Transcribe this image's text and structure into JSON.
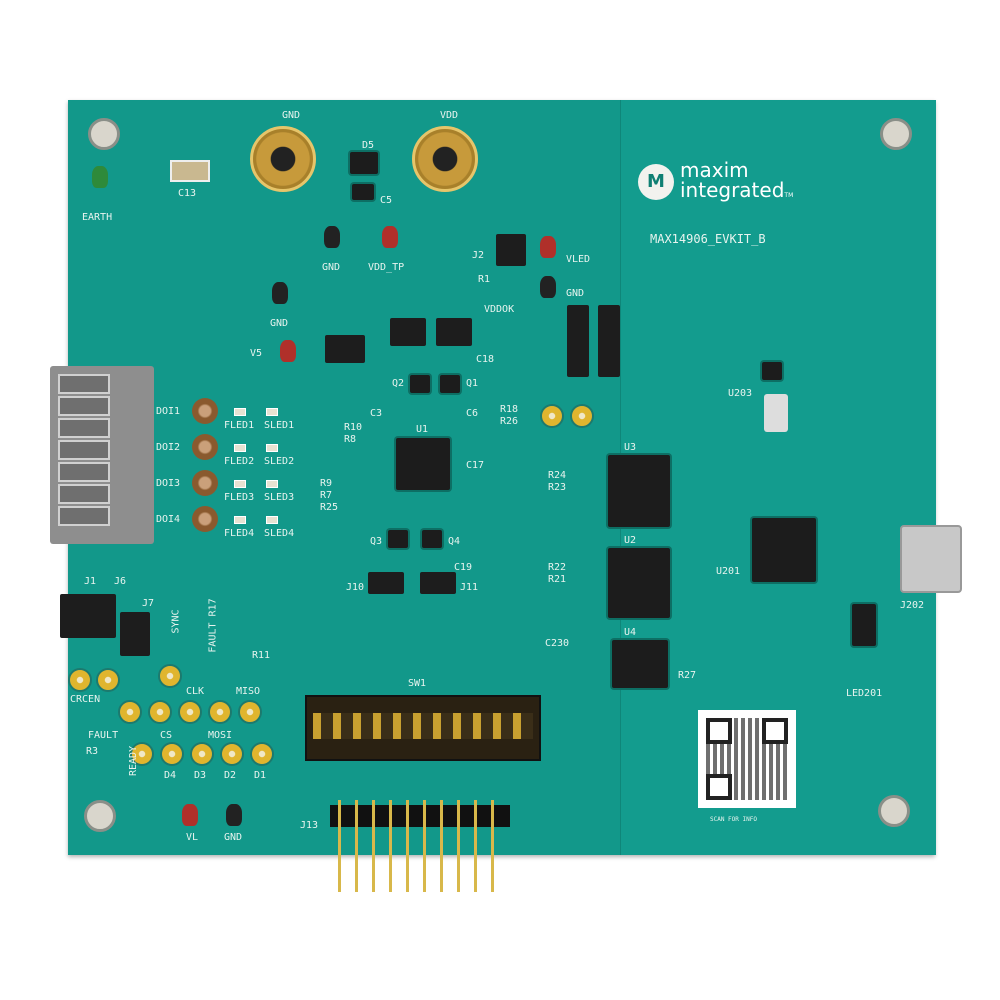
{
  "logo": {
    "brand_line1": "maxim",
    "brand_line2": "integrated",
    "tm": "TM",
    "board_id": "MAX14906_EVKIT_B"
  },
  "labels": {
    "gnd_post": "GND",
    "vdd_post": "VDD",
    "d5": "D5",
    "c13": "C13",
    "c5": "C5",
    "earth": "EARTH",
    "gnd_tp1": "GND",
    "vdd_tp": "VDD_TP",
    "j2": "J2",
    "r1": "R1",
    "vled": "VLED",
    "vddok": "VDDOK",
    "gnd_tp2": "GND",
    "gnd_tp3": "GND",
    "v5": "V5",
    "c18": "C18",
    "q2": "Q2",
    "q1": "Q1",
    "c3": "C3",
    "c6": "C6",
    "r10": "R10",
    "r8": "R8",
    "u1": "U1",
    "c17": "C17",
    "r18": "R18",
    "r26": "R26",
    "r9": "R9",
    "r7": "R7",
    "r25": "R25",
    "q3": "Q3",
    "q4": "Q4",
    "j10": "J10",
    "c19": "C19",
    "j11": "J11",
    "u3": "U3",
    "u2": "U2",
    "u4": "U4",
    "r24": "R24",
    "r23": "R23",
    "r22": "R22",
    "r21": "R21",
    "c230": "C230",
    "r27": "R27",
    "u203": "U203",
    "u201": "U201",
    "j202": "J202",
    "led201": "LED201",
    "scan": "SCAN FOR INFO",
    "j1": "J1",
    "j6": "J6",
    "j7": "J7",
    "sync": "SYNC",
    "fault_r17": "FAULT R17",
    "r11": "R11",
    "crcen": "CRCEN",
    "clk": "CLK",
    "miso": "MISO",
    "fault": "FAULT",
    "cs": "CS",
    "mosi": "MOSI",
    "r3": "R3",
    "ready": "READY",
    "d4": "D4",
    "d3": "D3",
    "d2": "D2",
    "d1": "D1",
    "vl": "VL",
    "gnd_vl": "GND",
    "sw1": "SW1",
    "j13": "J13"
  },
  "channels": [
    {
      "doi": "DOI1",
      "fled": "FLED1",
      "sled": "SLED1"
    },
    {
      "doi": "DOI2",
      "fled": "FLED2",
      "sled": "SLED2"
    },
    {
      "doi": "DOI3",
      "fled": "FLED3",
      "sled": "SLED3"
    },
    {
      "doi": "DOI4",
      "fled": "FLED4",
      "sled": "SLED4"
    }
  ],
  "colors": {
    "pcb": "#12988a",
    "gold": "#e0b52e",
    "silk": "#e8f4ef"
  }
}
